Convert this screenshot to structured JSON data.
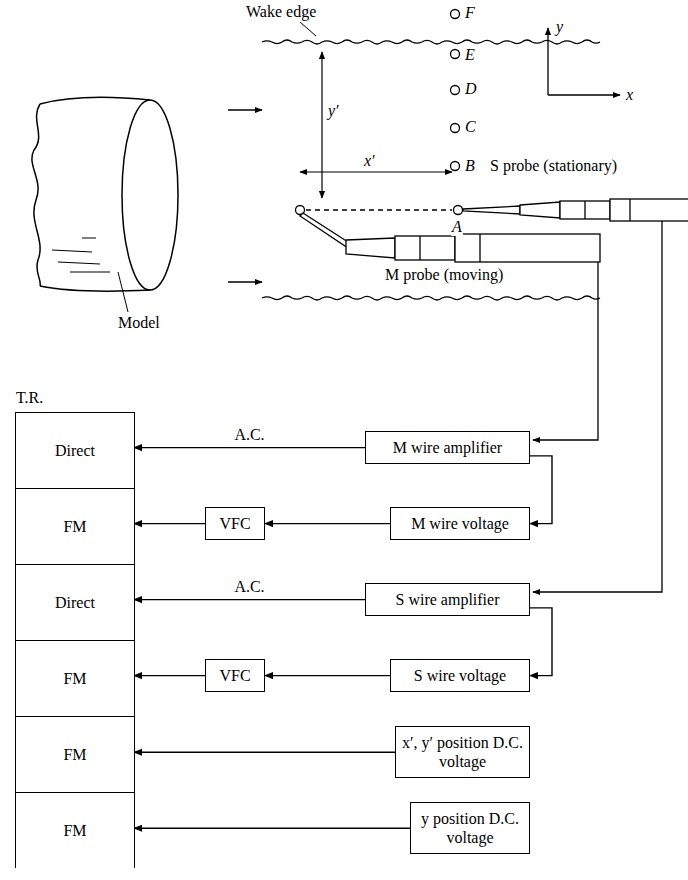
{
  "diagram": {
    "nodes": [
      {
        "text": [
          "T.R."
        ]
      },
      {
        "text": [
          "Direct"
        ],
        "in": 0
      },
      {
        "text": [
          "FM"
        ],
        "in": 0
      },
      {
        "text": [
          "Direct"
        ],
        "in": 0
      },
      {
        "text": [
          "FM"
        ],
        "in": 0
      },
      {
        "text": [
          "FM"
        ],
        "in": 0
      },
      {
        "text": [
          "FM"
        ],
        "in": 0
      },
      {
        "text": [
          "M wire amplifier"
        ]
      },
      {
        "text": [
          "VFC"
        ]
      },
      {
        "text": [
          "M wire voltage"
        ]
      },
      {
        "text": [
          "S wire amplifier"
        ]
      },
      {
        "text": [
          "VFC"
        ]
      },
      {
        "text": [
          "S wire voltage"
        ]
      },
      {
        "text": [
          "x′, y′ position D.C. voltage"
        ]
      },
      {
        "text": [
          "y position D.C. voltage"
        ]
      }
    ],
    "edges": [
      {
        "from": 7,
        "to": 1,
        "arrow": "to",
        "label": "A.C."
      },
      {
        "from": 7,
        "to": 9,
        "arrow": "to"
      },
      {
        "from": 9,
        "to": 8,
        "arrow": "to"
      },
      {
        "from": 8,
        "to": 2,
        "arrow": "to"
      },
      {
        "from": 10,
        "to": 3,
        "arrow": "to",
        "label": "A.C."
      },
      {
        "from": 10,
        "to": 12,
        "arrow": "to"
      },
      {
        "from": 12,
        "to": 11,
        "arrow": "to"
      },
      {
        "from": 11,
        "to": 4,
        "arrow": "to"
      },
      {
        "from": 13,
        "to": 5,
        "arrow": "to"
      },
      {
        "from": 14,
        "to": 6,
        "arrow": "to"
      }
    ],
    "labels": [
      "Wake edge",
      "F",
      "E",
      "D",
      "C",
      "B",
      "A",
      "y",
      "x",
      "y′",
      "x′",
      "S probe (stationary)",
      "M probe (moving)",
      "Model"
    ]
  }
}
